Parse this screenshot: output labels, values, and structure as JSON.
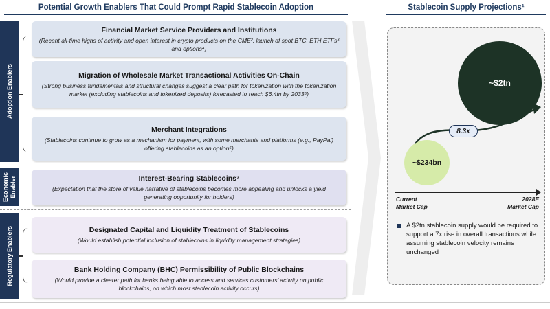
{
  "left_header": "Potential Growth Enablers That Could Prompt Rapid Stablecoin Adoption",
  "right_header": "Stablecoin Supply Projections¹",
  "groups": {
    "adoption": "Adoption Enablers",
    "economic": "Economic Enabler",
    "regulatory": "Regulatory Enablers"
  },
  "cards": [
    {
      "title": "Financial Market Service Providers and Institutions",
      "desc": "(Recent all-time highs of activity and open interest in crypto products on the CME², launch of spot BTC, ETH ETFs³ and options⁴)"
    },
    {
      "title": "Migration of Wholesale Market Transactional Activities On-Chain",
      "desc": "(Strong business fundamentals and structural changes suggest a clear path for tokenization with the tokenization market (excluding stablecoins and tokenized deposits) forecasted to reach $6.4tn by 2033⁵)"
    },
    {
      "title": "Merchant Integrations",
      "desc": "(Stablecoins continue to grow as a mechanism for payment, with some merchants and platforms (e.g., PayPal) offering stablecoins as an option⁶)"
    },
    {
      "title": "Interest-Bearing Stablecoins⁷",
      "desc": "(Expectation that the store of value narrative of stablecoins becomes more appealing and unlocks a yield generating opportunity for holders)"
    },
    {
      "title": "Designated Capital and Liquidity Treatment of Stablecoins",
      "desc": "(Would establish potential inclusion of stablecoins in liquidity management strategies)"
    },
    {
      "title": "Bank Holding Company (BHC) Permissibility of Public Blockchains",
      "desc": "(Would provide a clearer path for banks being able to access and services customers’ activity on public blockchains, on which most stablecoin activity occurs)"
    }
  ],
  "projection": {
    "current_value": "~$234bn",
    "future_value": "~$2tn",
    "growth": "8.3x",
    "current_label": "Current Market Cap",
    "future_label": "2028E Market Cap",
    "bullet": "A $2tn stablecoin supply would be required to support a 7x rise in overall transactions while assuming stablecoin velocity remains unchanged",
    "colors": {
      "big": "#1d3326",
      "small": "#d6eba9",
      "navy": "#1f3558"
    }
  }
}
